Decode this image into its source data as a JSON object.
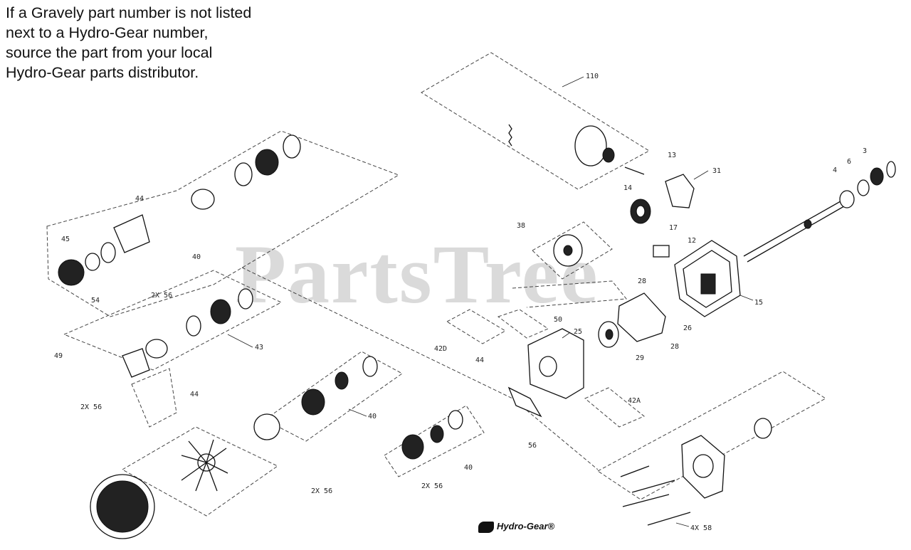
{
  "note": {
    "lines": [
      "If a Gravely part number is not listed",
      "next to a Hydro-Gear number,",
      "source the part from your local",
      "Hydro-Gear parts distributor."
    ]
  },
  "watermark": "PartsTree",
  "logo": "Hydro-Gear®",
  "callouts": {
    "c110": "110",
    "c13": "13",
    "c14": "14",
    "c31": "31",
    "c3": "3",
    "c6": "6",
    "c4": "4",
    "c17": "17",
    "c38": "38",
    "c12": "12",
    "c15": "15",
    "c28a": "28",
    "c26": "26",
    "c28b": "28",
    "c29": "29",
    "c25": "25",
    "c50": "50",
    "c42d": "42D",
    "c44a": "44",
    "c42a": "42A",
    "c44b": "44",
    "c40a": "40",
    "c45": "45",
    "c54": "54",
    "c2x56a": "2X 56",
    "c43": "43",
    "c49": "49",
    "c44c": "44",
    "c2x56b": "2X 56",
    "c40b": "40",
    "c56": "56",
    "c40c": "40",
    "c2x56c": "2X 56",
    "c2x56d": "2X 56",
    "c4x58": "4X 58"
  }
}
